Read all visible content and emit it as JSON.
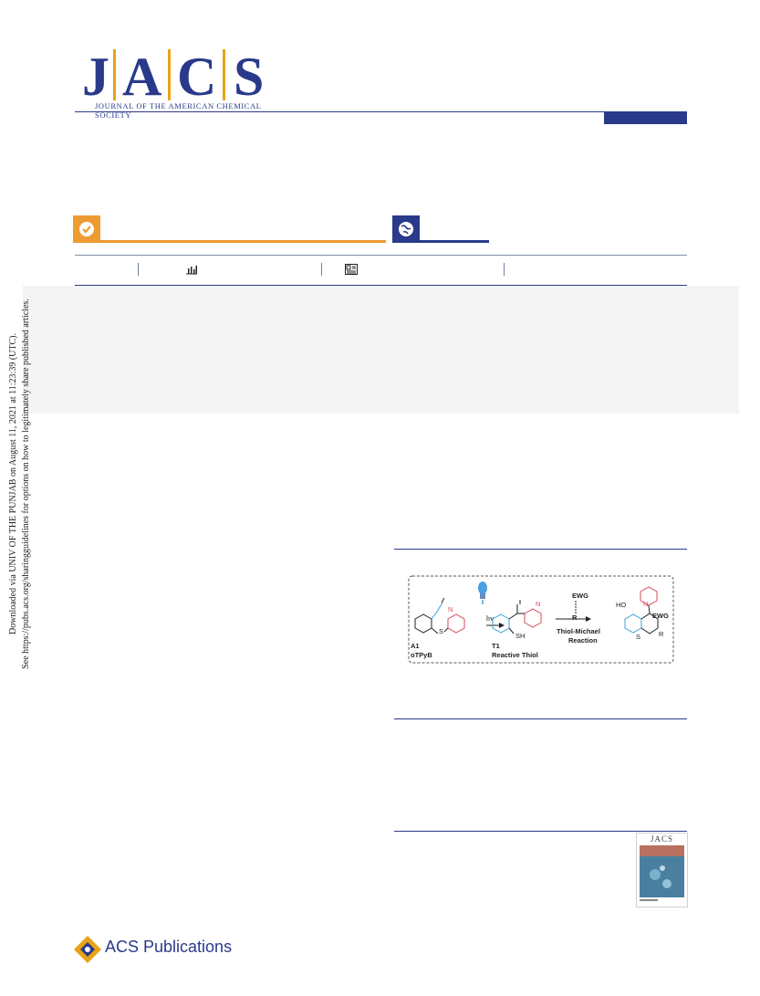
{
  "journal": {
    "logo_letters": [
      "J",
      "A",
      "C",
      "S"
    ],
    "full_name": "JOURNAL OF THE AMERICAN CHEMICAL SOCIETY",
    "cover_title": "JACS"
  },
  "side_note": {
    "line1": "Downloaded via UNIV OF THE PUNJAB on August 11, 2021 at 11:23:39 (UTC).",
    "line2": "See https://pubs.acs.org/sharingguidelines for options on how to legitimately share published articles."
  },
  "toc_graphic": {
    "hv": "hv",
    "a1_label": "A1",
    "a1_name": "oTPyB",
    "t1_label": "T1",
    "t1_name": "Reactive Thiol",
    "sh": "SH",
    "s": "S",
    "n": "N",
    "ewg": "EWG",
    "r": "R",
    "ho": "HO",
    "reaction_line1": "Thiol-Michael",
    "reaction_line2": "Reaction"
  },
  "publisher": {
    "name": "ACS Publications"
  },
  "colors": {
    "navy": "#2a3a8a",
    "gold": "#e8a317",
    "orange": "#ed9b33"
  },
  "icons": [
    "check-icon",
    "globe-icon",
    "metrics-icon",
    "article-icon"
  ]
}
